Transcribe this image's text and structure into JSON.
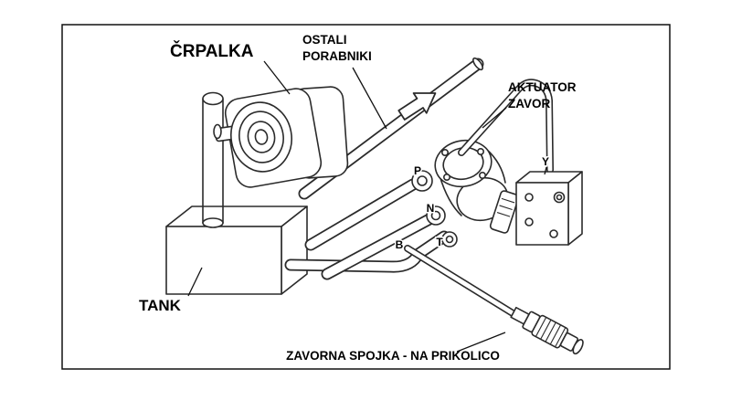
{
  "figure": {
    "type": "hydraulic-schematic-illustration",
    "colors": {
      "background": "#ffffff",
      "line": "#2b2b2b",
      "border": "#111111",
      "label": "#000000"
    },
    "labels": {
      "pump": "ČRPALKA",
      "other_consumers": [
        "OSTALI",
        "PORABNIKI"
      ],
      "brake_actuator": [
        "AKTUATOR",
        "ZAVOR"
      ],
      "tank": "TANK",
      "trailer_coupling": "ZAVORNA SPOJKA - NA PRIKOLICO"
    },
    "ports": {
      "P": "P",
      "N": "N",
      "B": "B",
      "T": "T",
      "Y": "Y"
    }
  }
}
